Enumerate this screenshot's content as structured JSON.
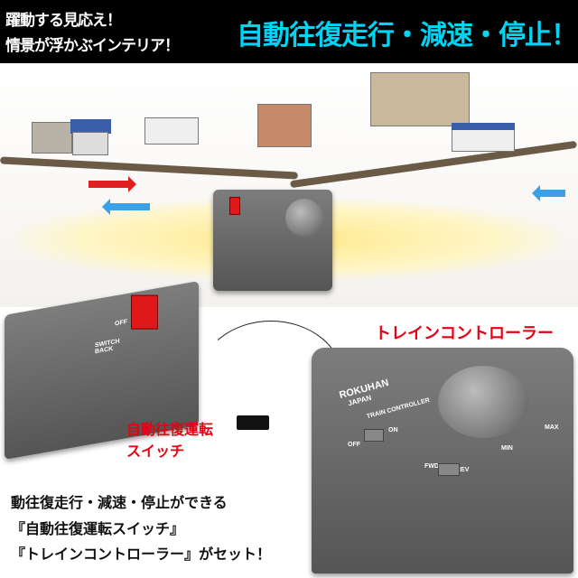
{
  "banner": {
    "line1": "躍動する見応え！",
    "line2": "情景が浮かぶインテリア！",
    "headline": "自動往復走行・減速・停止！",
    "headline_color": "#00d4f5"
  },
  "callouts": {
    "controller": "トレインコントローラー",
    "switch_line1": "自動往復運転",
    "switch_line2": "スイッチ"
  },
  "device_labels": {
    "brand": "ROKUHAN",
    "brand_sub": "JAPAN",
    "controller_name": "TRAIN CONTROLLER",
    "off": "OFF",
    "on": "ON",
    "fwd": "FWD",
    "rev": "REV",
    "min": "MIN",
    "max": "MAX",
    "switch_back": "SWITCH BACK"
  },
  "description": {
    "line1": "動往復走行・減速・停止ができる",
    "line2": "『自動往復運転スイッチ』",
    "line3": "『トレインコントローラー』がセット！"
  }
}
